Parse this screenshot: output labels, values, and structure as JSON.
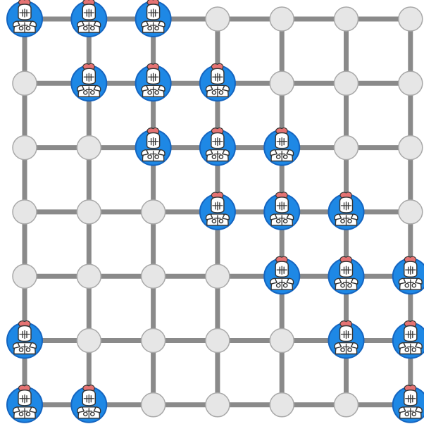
{
  "board": {
    "rows": 7,
    "cols": 7,
    "cells": [
      [
        1,
        1,
        1,
        0,
        0,
        0,
        0
      ],
      [
        0,
        1,
        1,
        1,
        0,
        0,
        0
      ],
      [
        0,
        0,
        1,
        1,
        1,
        0,
        0
      ],
      [
        0,
        0,
        0,
        1,
        1,
        1,
        0
      ],
      [
        0,
        0,
        0,
        0,
        1,
        1,
        1
      ],
      [
        1,
        0,
        0,
        0,
        0,
        1,
        1
      ],
      [
        1,
        1,
        0,
        0,
        0,
        0,
        1
      ]
    ],
    "piece_icon": "knight-icon",
    "colors": {
      "edge": "#8a8a8a",
      "empty_fill": "#e6e6e6",
      "empty_stroke": "#a8a8a8",
      "piece_fill": "#1e88e5",
      "piece_stroke": "#1565c0",
      "armor": "#ffffff",
      "plume": "#e57373",
      "outline": "#333333"
    }
  }
}
